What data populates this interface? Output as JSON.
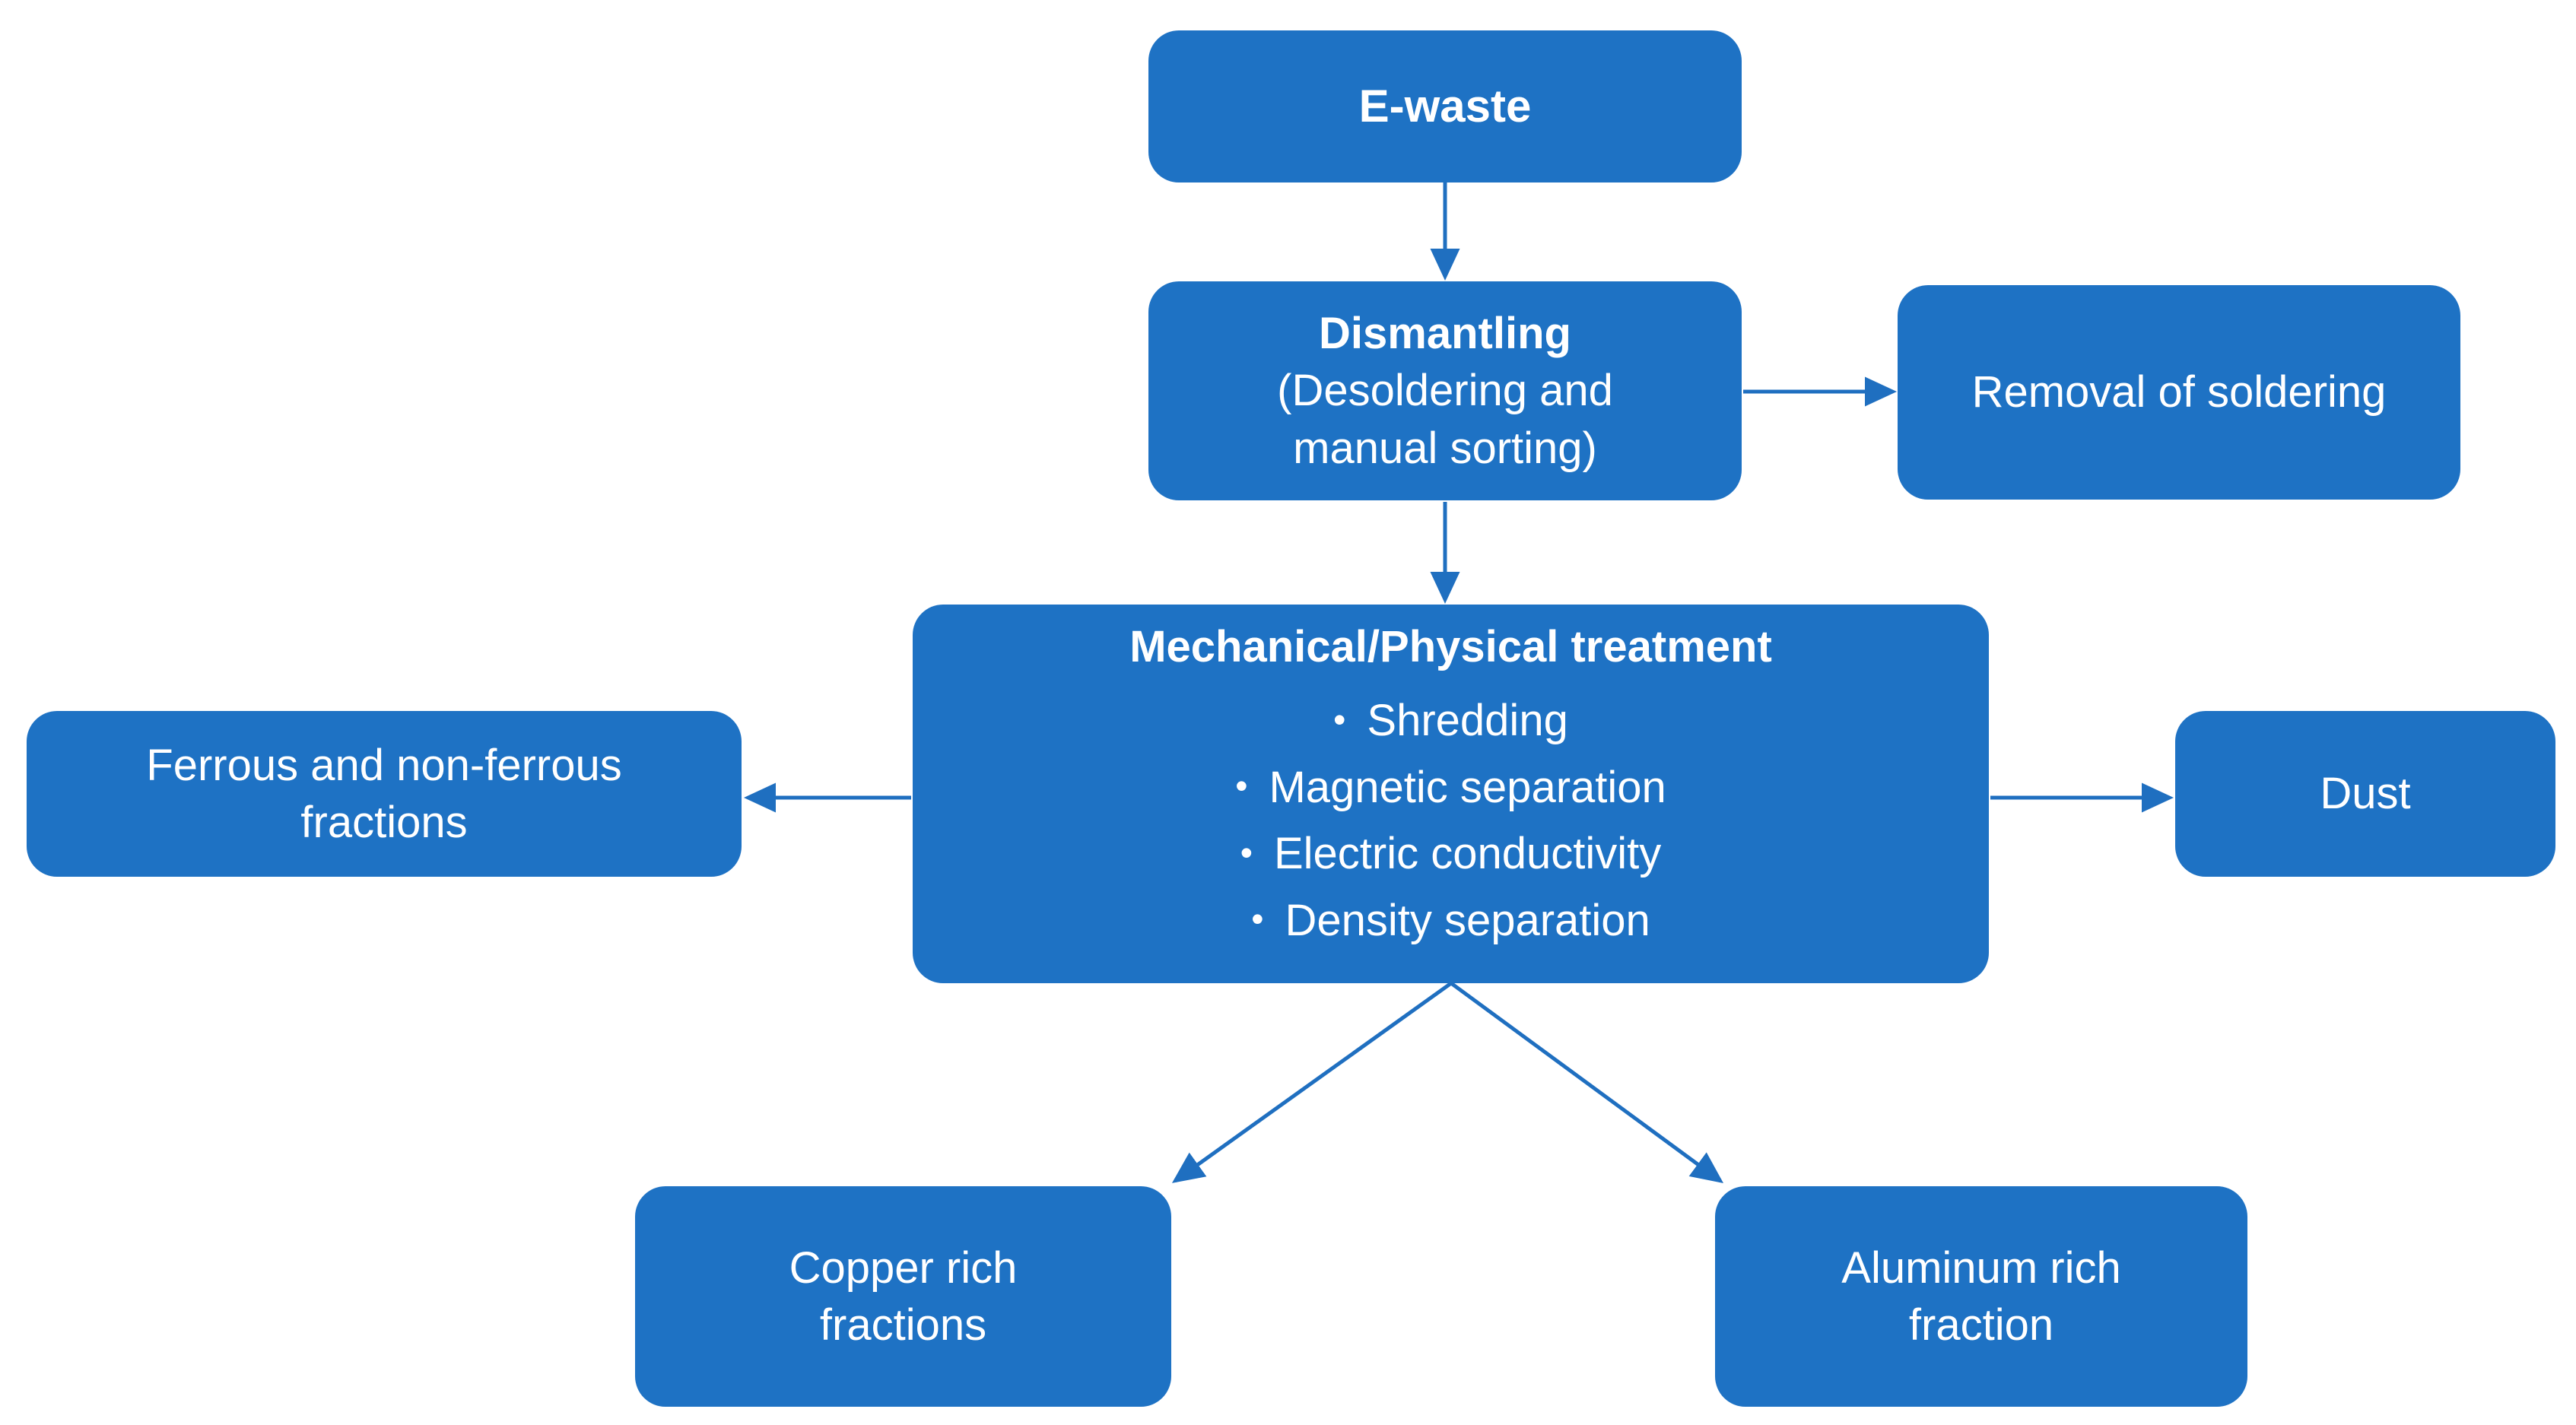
{
  "diagram": {
    "title": "E-waste mechanical/physical treatment flowchart",
    "colors": {
      "node_fill": "#1E72C4",
      "node_text": "#FFFFFF",
      "arrow": "#1F6FC0",
      "background": "#FFFFFF"
    },
    "nodes": {
      "ewaste": {
        "label": "E-waste"
      },
      "dismantling": {
        "title": "Dismantling",
        "line2": "(Desoldering and",
        "line3": "manual sorting)"
      },
      "removal_of_soldering": {
        "label": "Removal of soldering"
      },
      "mechanical_treatment": {
        "title": "Mechanical/Physical treatment",
        "bullet_char": "•",
        "bullets": [
          "Shredding",
          "Magnetic separation",
          "Electric conductivity",
          "Density separation"
        ]
      },
      "ferrous_fractions": {
        "line1": "Ferrous and non-ferrous",
        "line2": "fractions"
      },
      "dust": {
        "label": "Dust"
      },
      "copper_fractions": {
        "line1": "Copper rich",
        "line2": "fractions"
      },
      "aluminum_fraction": {
        "line1": "Aluminum rich",
        "line2": "fraction"
      }
    },
    "edges": [
      {
        "from": "ewaste",
        "to": "dismantling",
        "direction": "down"
      },
      {
        "from": "dismantling",
        "to": "removal_of_soldering",
        "direction": "right"
      },
      {
        "from": "dismantling",
        "to": "mechanical_treatment",
        "direction": "down"
      },
      {
        "from": "mechanical_treatment",
        "to": "ferrous_fractions",
        "direction": "left"
      },
      {
        "from": "mechanical_treatment",
        "to": "dust",
        "direction": "right"
      },
      {
        "from": "mechanical_treatment",
        "to": "copper_fractions",
        "direction": "down-left"
      },
      {
        "from": "mechanical_treatment",
        "to": "aluminum_fraction",
        "direction": "down-right"
      }
    ]
  }
}
